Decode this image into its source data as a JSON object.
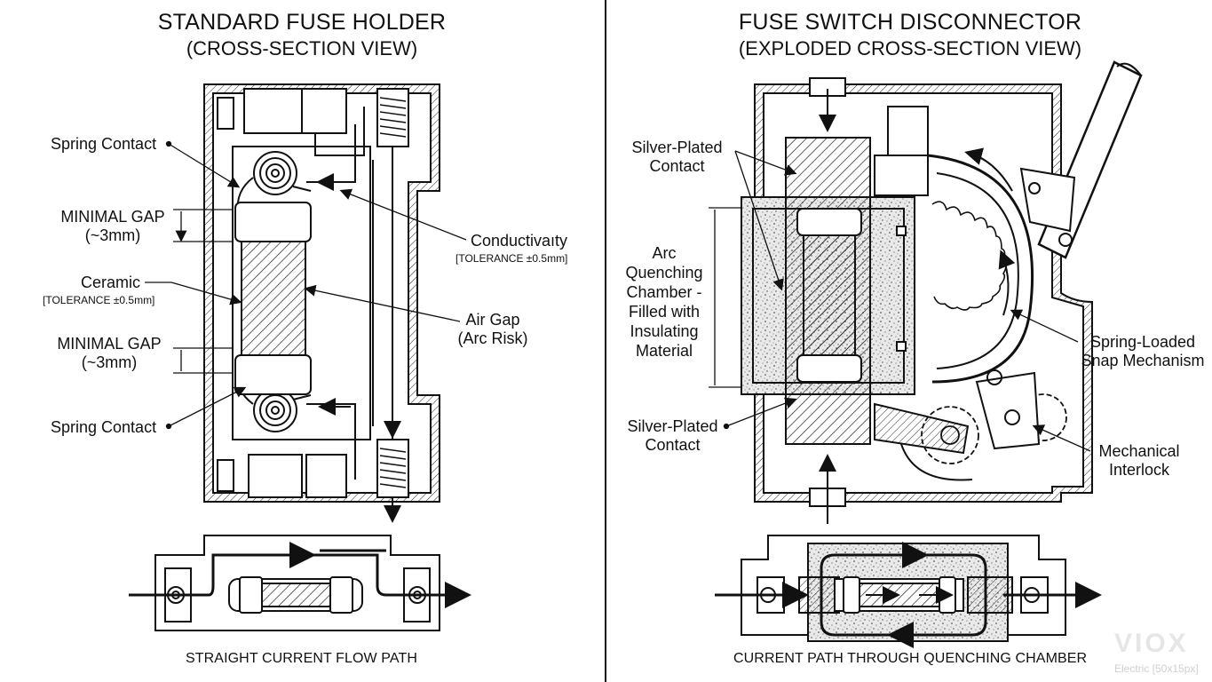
{
  "left": {
    "title": "STANDARD FUSE HOLDER",
    "subtitle": "(CROSS-SECTION VIEW)",
    "labels": {
      "spring_contact_top": "Spring Contact",
      "minimal_gap_top_1": "MINIMAL GAP",
      "minimal_gap_top_2": "(~3mm)",
      "ceramic": "Ceramic",
      "ceramic_tolerance": "[TOLERANCE ±0.5mm]",
      "minimal_gap_bottom_1": "MINIMAL GAP",
      "minimal_gap_bottom_2": "(~3mm)",
      "spring_contact_bottom": "Spring Contact",
      "conductivity": "Conductivaıty",
      "conductivity_tolerance": "[TOLERANCE ±0.5mm]",
      "air_gap_1": "Air Gap",
      "air_gap_2": "(Arc Risk)"
    },
    "footer": "STRAIGHT CURRENT FLOW PATH"
  },
  "right": {
    "title": "FUSE SWITCH DISCONNECTOR",
    "subtitle": "(EXPLODED CROSS-SECTION VIEW)",
    "labels": {
      "silver_top_1": "Silver-Plated",
      "silver_top_2": "Contact",
      "arc_1": "Arc",
      "arc_2": "Quenching",
      "arc_3": "Chamber -",
      "arc_4": "Filled with",
      "arc_5": "Insulating",
      "arc_6": "Material",
      "silver_bottom_1": "Silver-Plated",
      "silver_bottom_2": "Contact",
      "spring_1": "Spring-Loaded",
      "spring_2": "Snap Mechanism",
      "interlock_1": "Mechanical",
      "interlock_2": "Interlock"
    },
    "footer": "CURRENT PATH THROUGH QUENCHING CHAMBER"
  },
  "watermark": {
    "brand": "VIOX",
    "text": "Electric [50x15px]"
  }
}
